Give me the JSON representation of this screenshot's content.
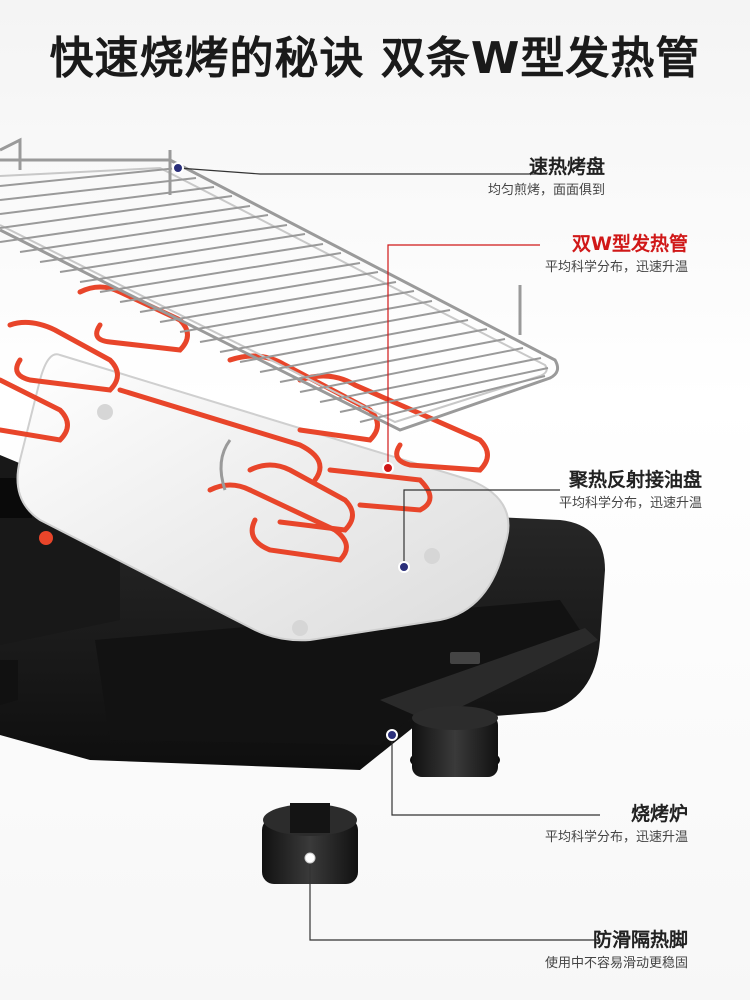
{
  "title": "快速烧烤的秘诀 双条W型发热管",
  "colors": {
    "accent": "#d01818",
    "dot": "#2a2f7a",
    "line": "#333333",
    "coil": "#e8452a",
    "body": "#1b1b1b",
    "tray": "#f2f2f2"
  },
  "callouts": [
    {
      "head": "速热烤盘",
      "sub": "均匀煎烤，面面俱到"
    },
    {
      "head": "双W型发热管",
      "sub": "平均科学分布，迅速升温"
    },
    {
      "head": "聚热反射接油盘",
      "sub": "平均科学分布，迅速升温"
    },
    {
      "head": "烧烤炉",
      "sub": "平均科学分布，迅速升温"
    },
    {
      "head": "防滑隔热脚",
      "sub": "使用中不容易滑动更稳固"
    }
  ]
}
